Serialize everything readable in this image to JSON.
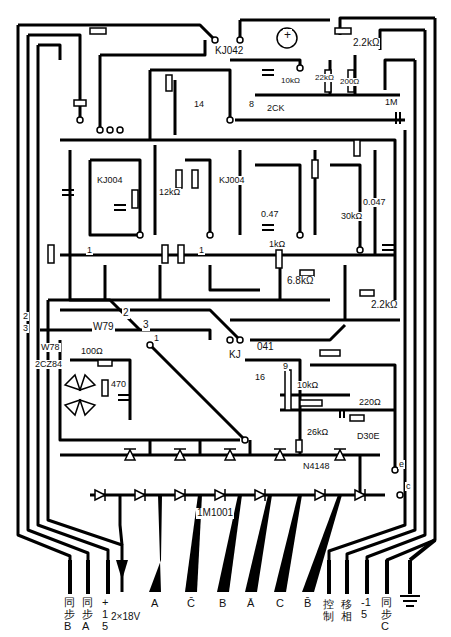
{
  "diagram": {
    "labels": [
      "KJ042",
      "+",
      "2.2kΩ",
      "10kΩ",
      "22kΩ",
      "200Ω",
      "1M",
      "8",
      "2CK",
      "14",
      "KJ004",
      "12kΩ",
      "KJ004",
      "0.47",
      "30kΩ",
      "0.047",
      "1kΩ",
      "6.8kΩ",
      "2.2kΩ",
      "1",
      "1",
      "2",
      "3",
      "W79",
      "2",
      "3",
      "KJ",
      "041",
      "1",
      "100Ω",
      "W78",
      "2CZ84",
      "470",
      "16",
      "9",
      "10kΩ",
      "220Ω",
      "26kΩ",
      "D30E",
      "N4148",
      "e",
      "c",
      "1M1001",
      "同步B",
      "同步A",
      "+15",
      "2×18V",
      "A",
      "C̄",
      "B",
      "Ā",
      "C",
      "B̄",
      "控制",
      "移相",
      "-15",
      "同步C"
    ]
  }
}
